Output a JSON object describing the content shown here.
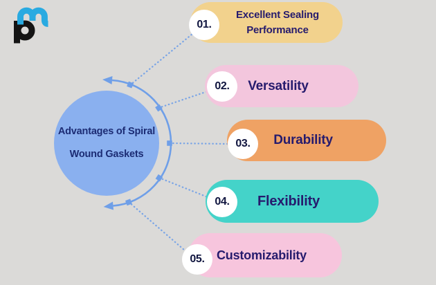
{
  "theme": {
    "background": "#dbdad8",
    "navy_text": "#261b6d",
    "circle_text": "#1c2c74",
    "number_text": "#10153f",
    "number_circle_bg": "#ffffff"
  },
  "logo": {
    "name": "pm-logo",
    "p_color": "#141414",
    "m_color": "#29aae1"
  },
  "center": {
    "title_line1": "Advantages of Spiral",
    "title_line2": "Wound Gaskets",
    "circle_color": "#8ab0ef"
  },
  "connector": {
    "color": "#6f9fe8"
  },
  "items": [
    {
      "number": "01.",
      "label": "Excellent Sealing Performance",
      "pill_color": "#f2d28d"
    },
    {
      "number": "02.",
      "label": "Versatility",
      "pill_color": "#f3c6dd"
    },
    {
      "number": "03.",
      "label": "Durability",
      "pill_color": "#efa264"
    },
    {
      "number": "04.",
      "label": "Flexibility",
      "pill_color": "#44d3c9"
    },
    {
      "number": "05.",
      "label": "Customizability",
      "pill_color": "#f7c5dd"
    }
  ]
}
